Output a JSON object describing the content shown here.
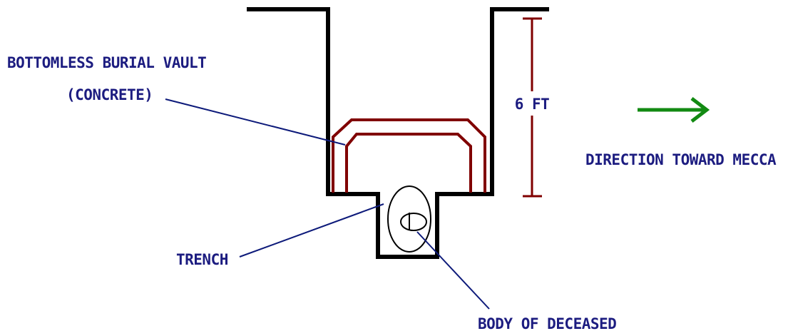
{
  "diagram": {
    "labels": {
      "vault_line1": "BOTTOMLESS BURIAL VAULT",
      "vault_line2": "(CONCRETE)",
      "height": "6 FT",
      "direction": "DIRECTION TOWARD MECCA",
      "trench": "TRENCH",
      "body": "BODY OF DECEASED"
    },
    "colors": {
      "grave_outline": "#000000",
      "vault": "#800000",
      "leader_lines": "#0d1a7a",
      "label_text": "#1c1c80",
      "dimension": "#800000",
      "arrow": "#128a12"
    },
    "icons": {
      "direction": "right-arrow"
    }
  }
}
